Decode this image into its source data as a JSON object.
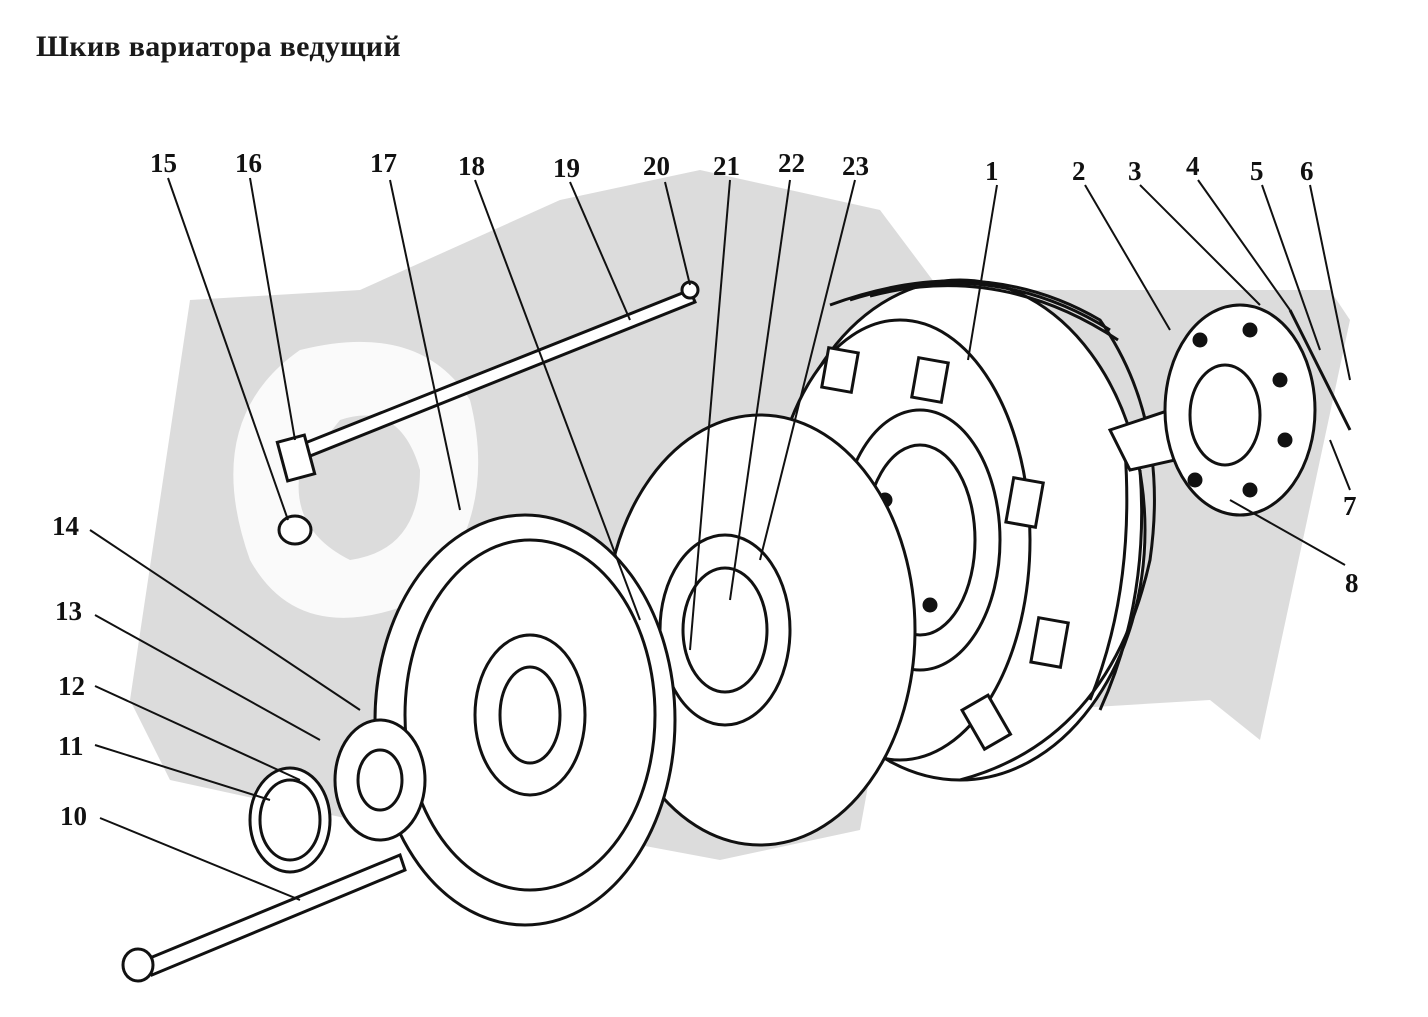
{
  "title": "Шкив вариатора ведущий",
  "watermark_color": "#d6d6d6",
  "line_color": "#111111",
  "callouts": [
    "1",
    "2",
    "3",
    "4",
    "5",
    "6",
    "7",
    "8",
    "10",
    "11",
    "12",
    "13",
    "14",
    "15",
    "16",
    "17",
    "18",
    "19",
    "20",
    "21",
    "22",
    "23"
  ]
}
